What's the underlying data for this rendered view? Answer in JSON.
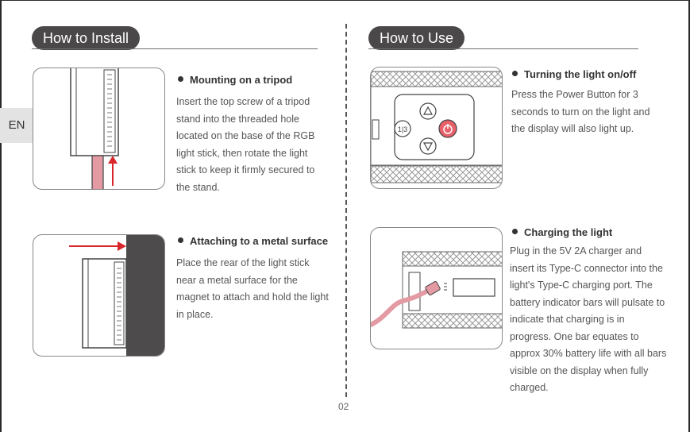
{
  "side_tab": "EN",
  "install": {
    "title": "How to Install",
    "tripod": {
      "heading": "Mounting on a tripod",
      "body": "Insert the top screw of a tripod stand into the threaded hole located on the base of the RGB light stick, then rotate the light stick to keep it firmly secured to the stand."
    },
    "metal": {
      "heading": "Attaching to a metal surface",
      "body": "Place the rear of the light stick near a metal surface for the magnet to attach and hold the light in place."
    }
  },
  "use": {
    "title": "How to Use",
    "power": {
      "heading": "Turning the light on/off",
      "body": "Press the Power Button for 3 seconds to turn on the light and the display will also light up."
    },
    "charging": {
      "heading": "Charging the light",
      "body": "Plug in the 5V 2A charger and insert its Type-C connector into the light's Type-C charging port. The battery indicator bars will pulsate to indicate that charging is in progress. One bar equates to approx 30% battery life with all bars visible on the display when fully charged."
    }
  },
  "page_number": "02",
  "colors": {
    "accent_red": "#d9262b",
    "power_pink": "#e8606a",
    "cable_pink": "#e39aa3",
    "pill_bg": "#4a4848"
  }
}
